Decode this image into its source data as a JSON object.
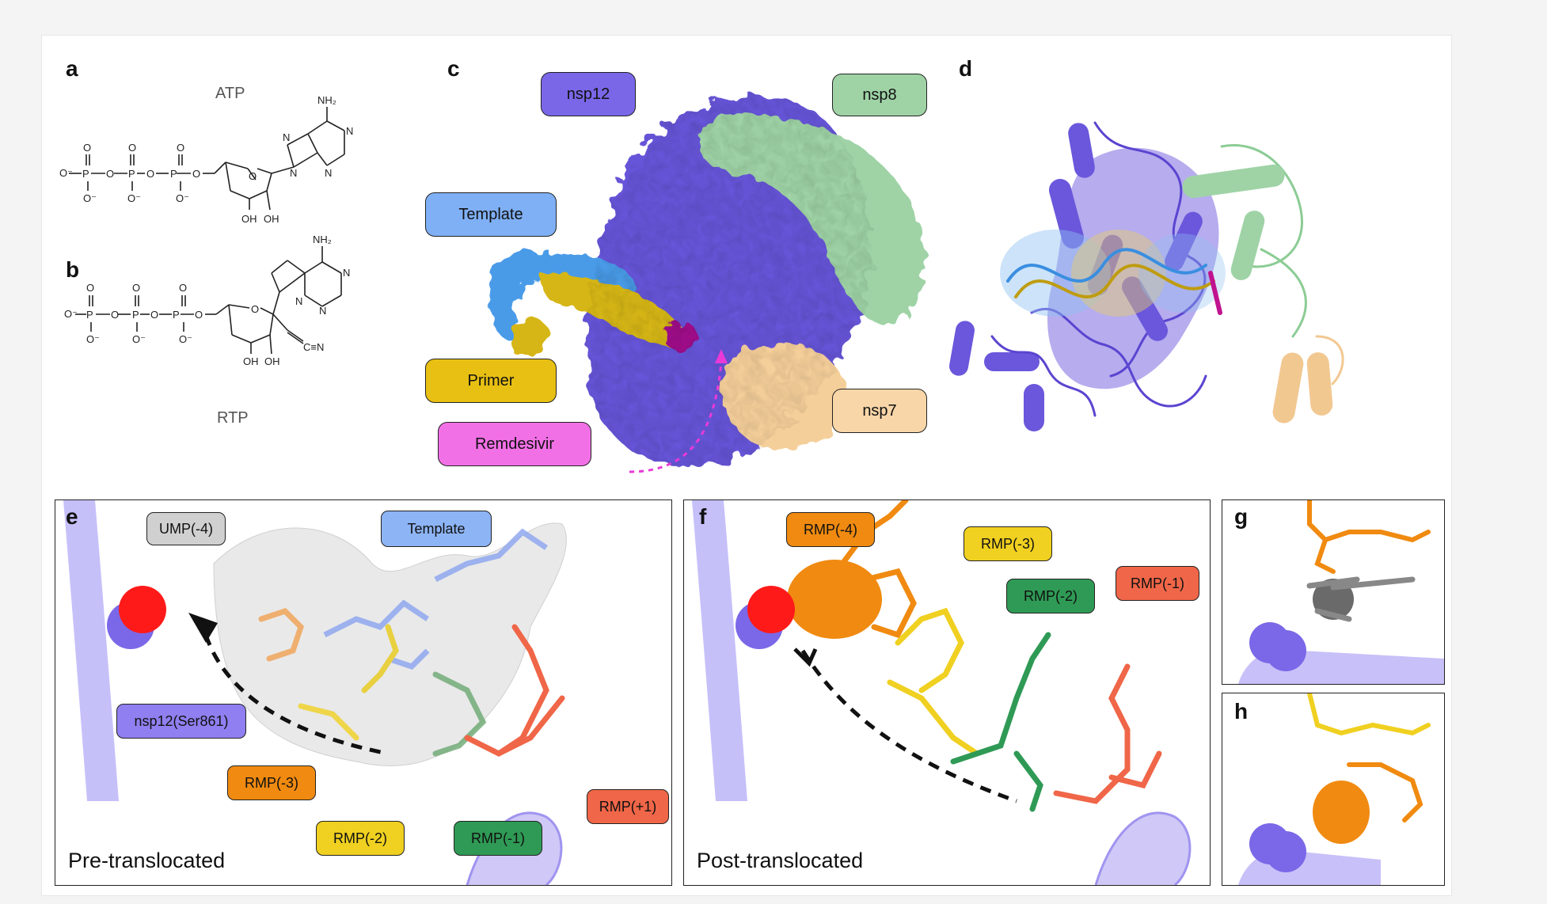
{
  "panels": {
    "a": {
      "letter": "a",
      "molecule": "ATP"
    },
    "b": {
      "letter": "b",
      "molecule": "RTP"
    },
    "c": {
      "letter": "c"
    },
    "d": {
      "letter": "d"
    },
    "e": {
      "letter": "e",
      "caption": "Pre-translocated"
    },
    "f": {
      "letter": "f",
      "caption": "Post-translocated"
    },
    "g": {
      "letter": "g"
    },
    "h": {
      "letter": "h"
    }
  },
  "chem": {
    "nh2": "NH₂",
    "oh": "OH",
    "o_minus": "O⁻",
    "cn": "C≡N",
    "p": "P",
    "o": "O",
    "n": "N"
  },
  "panel_c_labels": {
    "nsp12": "nsp12",
    "nsp8": "nsp8",
    "template": "Template",
    "primer": "Primer",
    "remdesivir": "Remdesivir",
    "nsp7": "nsp7"
  },
  "panel_e_labels": {
    "ump4": "UMP(-4)",
    "template": "Template",
    "nsp12_ser861": "nsp12(Ser861)",
    "rmp3": "RMP(-3)",
    "rmp2": "RMP(-2)",
    "rmp1": "RMP(-1)",
    "rmp_plus1": "RMP(+1)"
  },
  "panel_f_labels": {
    "rmp4": "RMP(-4)",
    "rmp3": "RMP(-3)",
    "rmp2": "RMP(-2)",
    "rmp1": "RMP(-1)"
  },
  "colors": {
    "nsp12": "#6e5ce0",
    "nsp8": "#9fd3a6",
    "template": "#5aa8f0",
    "primer": "#d6b616",
    "remdesivir": "#f06ee8",
    "nsp7": "#f5cf9a",
    "ump_gray": "#c8c8c8",
    "rmp_orange": "#f08a10",
    "rmp_yellow": "#f0d020",
    "rmp_green": "#2f9a55",
    "rmp_red": "#f06648",
    "oxygen_red": "#ff1a1a",
    "lavender": "#b8b0f8"
  }
}
